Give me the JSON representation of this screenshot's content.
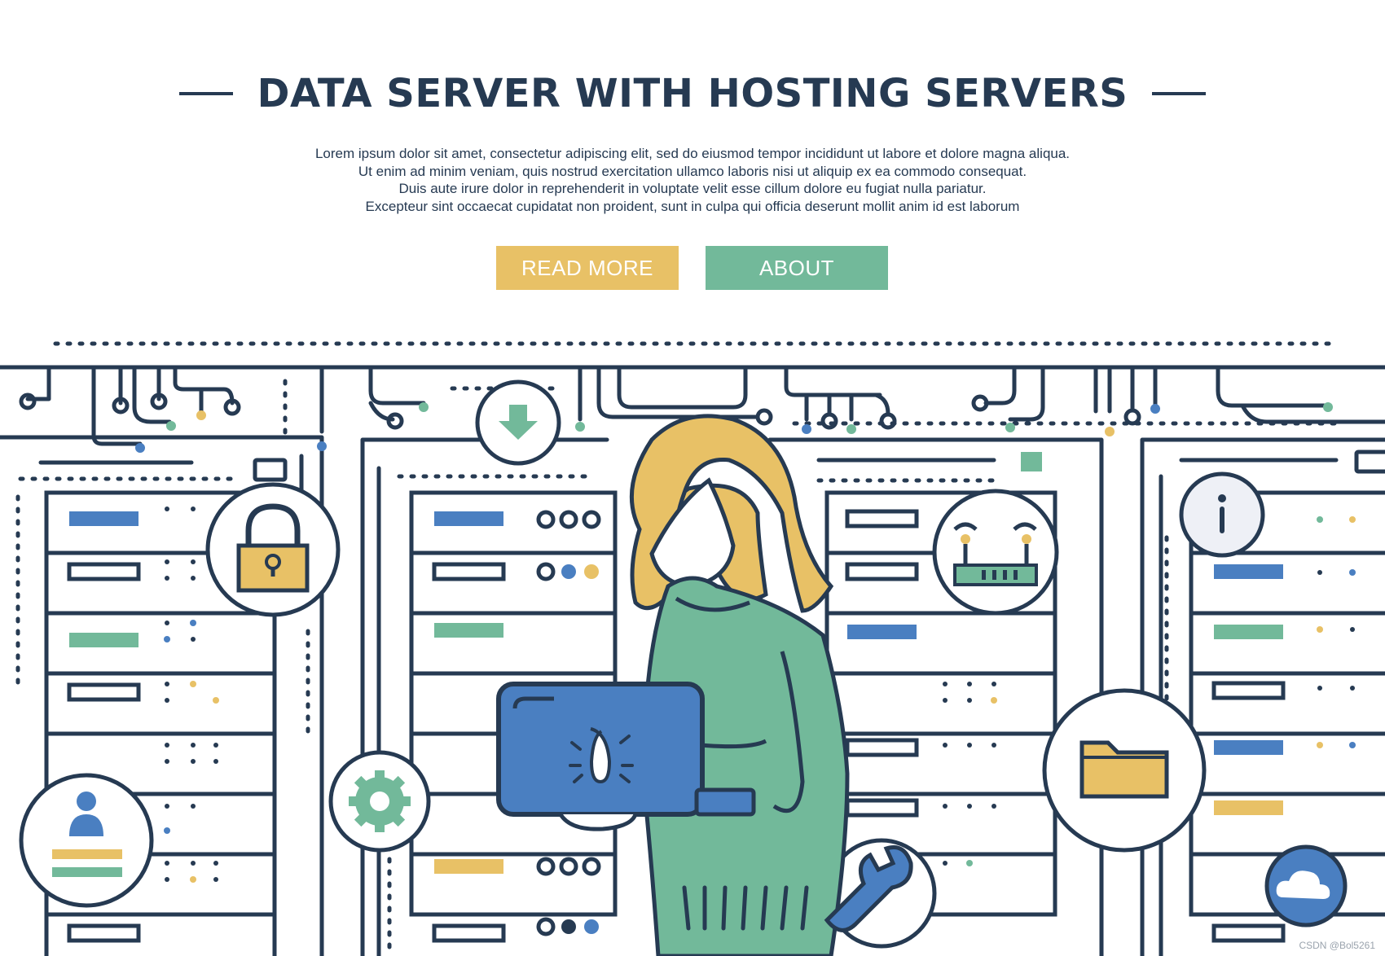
{
  "hero": {
    "title": "DATA SERVER WITH HOSTING SERVERS",
    "lead_lines": [
      "Lorem ipsum dolor sit amet, consectetur adipiscing elit, sed do eiusmod tempor incididunt ut labore et dolore magna aliqua.",
      "Ut enim ad minim veniam, quis nostrud exercitation ullamco laboris nisi ut aliquip ex ea commodo consequat.",
      "Duis aute irure dolor in reprehenderit in voluptate velit esse cillum dolore eu fugiat nulla pariatur.",
      "Excepteur sint occaecat cupidatat non proident, sunt in culpa qui officia deserunt mollit anim id est laborum"
    ],
    "read_more_label": "READ MORE",
    "about_label": "ABOUT"
  },
  "watermark": "CSDN @Bol5261",
  "colors": {
    "navy": "#263a52",
    "yellow": "#e8c166",
    "green": "#72b99a",
    "blue": "#4a7fc1",
    "light": "#eef0f6"
  },
  "icons": [
    "download-arrow-icon",
    "padlock-icon",
    "user-profile-icon",
    "gear-icon",
    "router-icon",
    "info-icon",
    "folder-icon",
    "cloud-icon",
    "wrench-icon",
    "laptop-icon"
  ]
}
